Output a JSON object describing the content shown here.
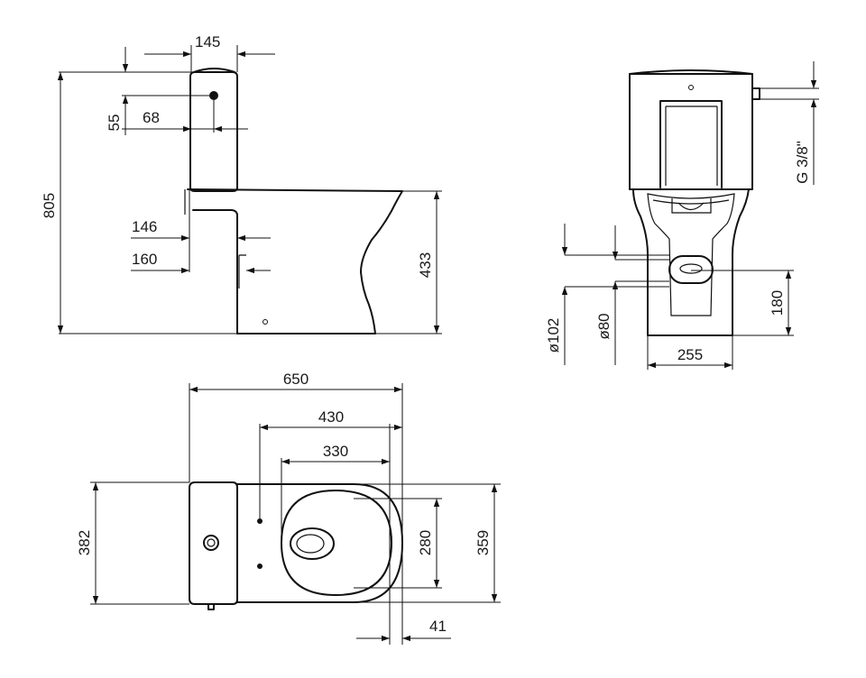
{
  "labels": {
    "side_tank_width": "145",
    "side_inlet_height": "55",
    "side_inlet_offset": "68",
    "side_total_height": "805",
    "side_outlet_146": "146",
    "side_outlet_160": "160",
    "side_bowl_height": "433",
    "front_thread": "G 3/8\"",
    "front_d102": "ø102",
    "front_d80": "ø80",
    "front_outlet_height": "180",
    "front_base_width": "255",
    "top_total_length": "650",
    "top_fix_430": "430",
    "top_fix_330": "330",
    "top_width": "382",
    "top_seat_280": "280",
    "top_bowl_359": "359",
    "top_offset_41": "41"
  },
  "colors": {
    "line": "#111111",
    "background": "#ffffff"
  }
}
